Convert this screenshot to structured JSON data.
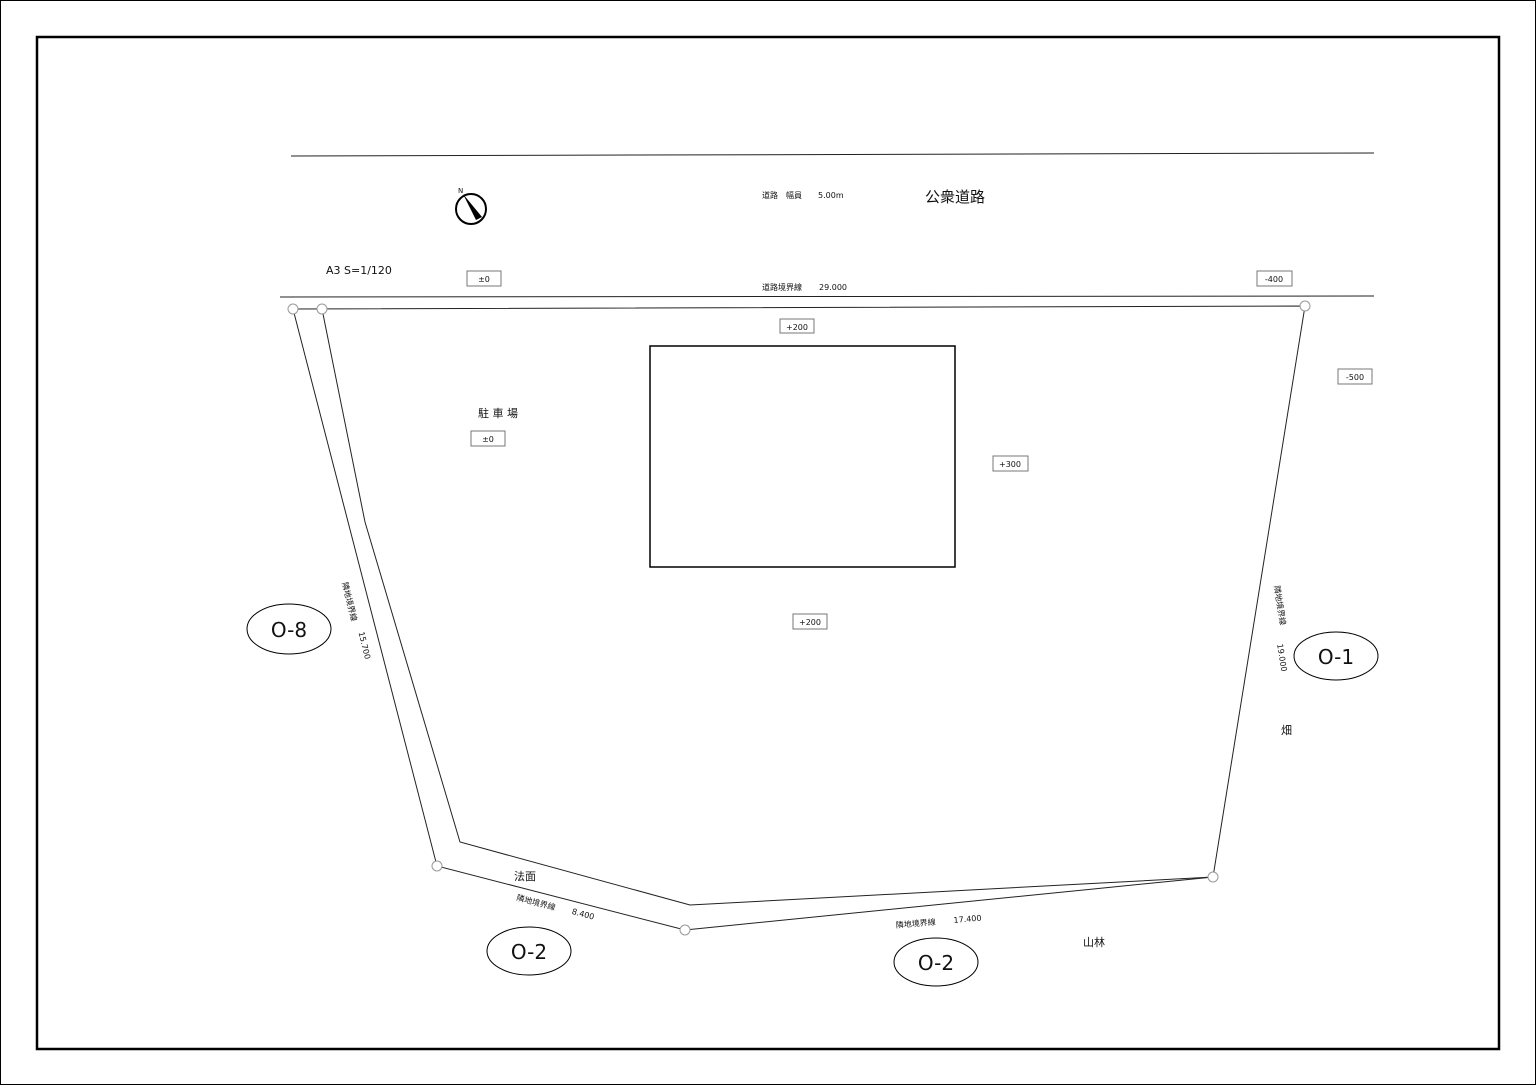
{
  "drawing": {
    "scale": "A3 S=1/120",
    "north": "N",
    "road": {
      "width_label": "道路　幅員",
      "width_value": "5.00m",
      "name": "公衆道路",
      "boundary_label": "道路境界線",
      "boundary_length": "29.000"
    },
    "levels": [
      "±0",
      "-400",
      "+200",
      "-500",
      "±0",
      "+300",
      "+200"
    ],
    "areas": {
      "parking": "駐 車 場",
      "field": "畑",
      "forest": "山林",
      "slope": "法面"
    },
    "boundaries": [
      {
        "label": "隣地境界線",
        "length": "15.700"
      },
      {
        "label": "隣地境界線",
        "length": "19.000"
      },
      {
        "label": "隣地境界線",
        "length": "8.400"
      },
      {
        "label": "隣地境界線",
        "length": "17.400"
      }
    ],
    "neighbors": [
      "O-8",
      "O-1",
      "O-2",
      "O-2"
    ]
  }
}
